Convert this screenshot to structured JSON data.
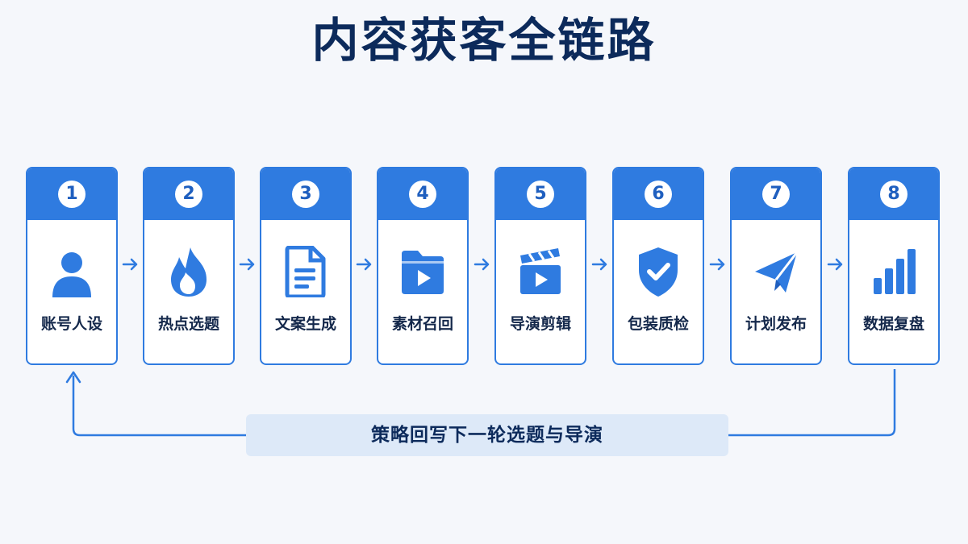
{
  "title": "内容获客全链路",
  "steps": [
    {
      "number": "1",
      "label": "账号人设",
      "icon": "user-icon"
    },
    {
      "number": "2",
      "label": "热点选题",
      "icon": "flame-icon"
    },
    {
      "number": "3",
      "label": "文案生成",
      "icon": "document-icon"
    },
    {
      "number": "4",
      "label": "素材召回",
      "icon": "video-folder-icon"
    },
    {
      "number": "5",
      "label": "导演剪辑",
      "icon": "clapperboard-icon"
    },
    {
      "number": "6",
      "label": "包装质检",
      "icon": "shield-check-icon"
    },
    {
      "number": "7",
      "label": "计划发布",
      "icon": "paper-plane-icon"
    },
    {
      "number": "8",
      "label": "数据复盘",
      "icon": "bar-chart-icon"
    }
  ],
  "feedback_loop": {
    "label": "策略回写下一轮选题与导演"
  },
  "colors": {
    "accent": "#2f7be0",
    "title": "#0c2a5b",
    "loop_box": "#dde9f8",
    "background": "#f5f7fb"
  }
}
